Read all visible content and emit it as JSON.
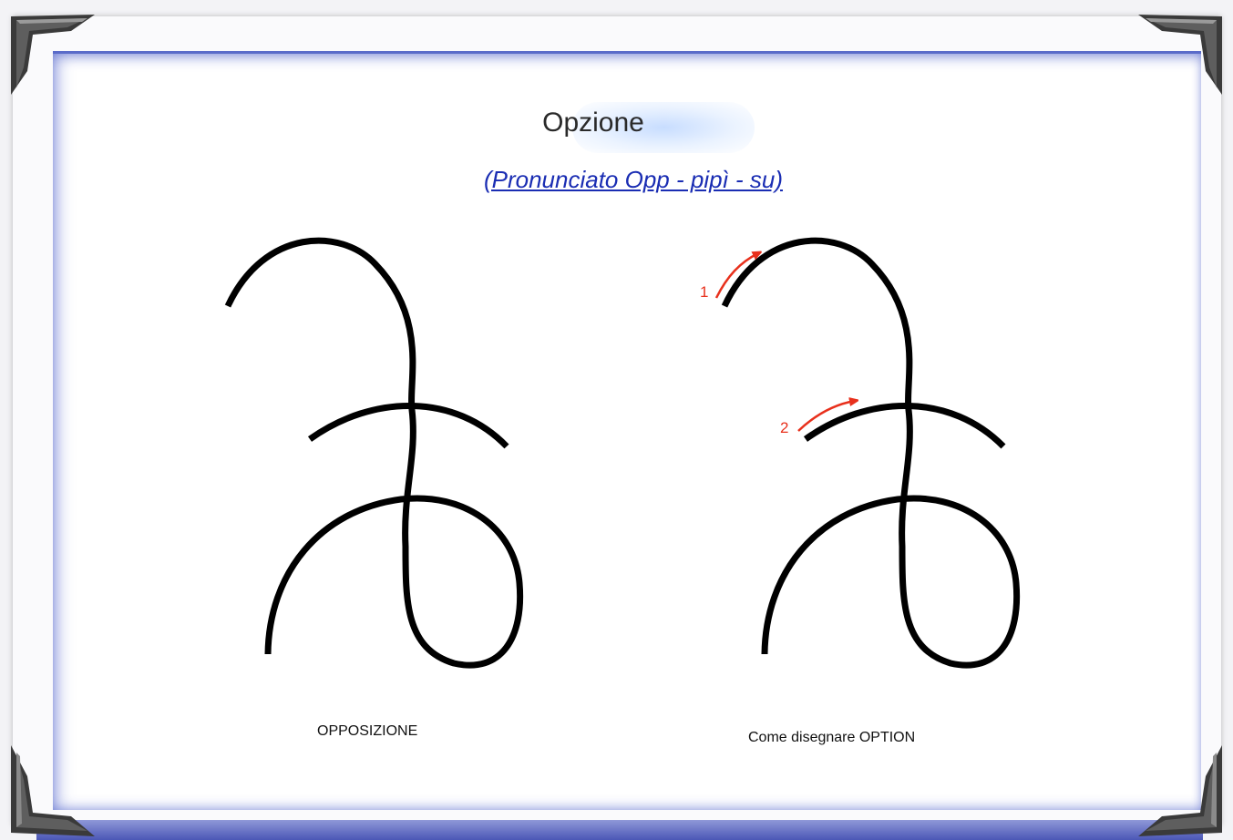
{
  "header": {
    "title": "Opzione",
    "subtitle": "(Pronunciato Opp - pipì - su)"
  },
  "figures": [
    {
      "caption": "OPPOSIZIONE"
    },
    {
      "caption": "Come disegnare OPTION"
    }
  ],
  "stroke_steps": [
    "1",
    "2"
  ],
  "colors": {
    "frame_accent": "#5a6bc9",
    "subtitle_link": "#1a2db3",
    "stroke": "#000000",
    "step_arrow": "#e8301c"
  }
}
